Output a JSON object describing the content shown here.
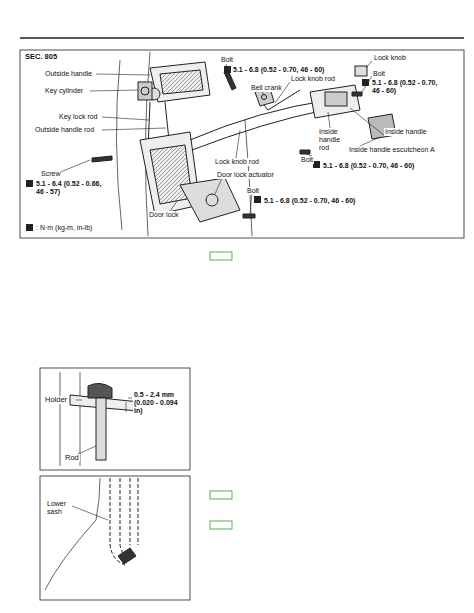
{
  "diagram": {
    "labels": [
      "SEC. 805",
      "Outside handle",
      "Key cylinder",
      "Key lock rod",
      "Outside handle rod",
      "Screw",
      "5.1 - 6.4 (0.52 - 0.66, 46 - 57)",
      "Bolt",
      "5.1 - 6.8 (0.52 - 0.70, 46 - 60)",
      "Lock knob rod",
      "Bell crank",
      "Lock knob",
      "Bolt",
      "5.1 - 6.8 (0.52 - 0.70, 46 - 60)",
      "Inside handle rod",
      "Inside handle",
      "Inside handle escutcheon A",
      "Bolt",
      "5.1 - 6.8 (0.52 - 0.70, 46 - 60)",
      "Lock knob rod",
      "Door lock actuator",
      "Bolt",
      "5.1 - 6.8 (0.52 - 0.70, 46 - 60)",
      "Door lock",
      ": N·m (kg-m, in-lb)",
      "Holder",
      "0.5 - 2.4 mm (0.020 - 0.094 in)",
      "Rod",
      "Lower sash"
    ]
  }
}
